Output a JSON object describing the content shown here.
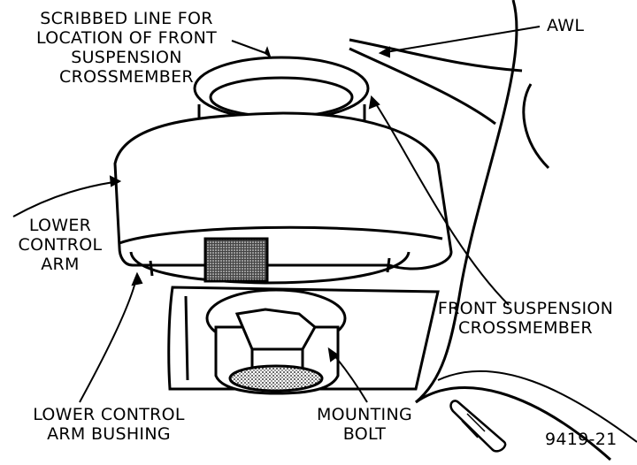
{
  "labels": {
    "scribed_line": [
      "SCRIBBED LINE FOR",
      "LOCATION OF FRONT",
      "SUSPENSION",
      "CROSSMEMBER"
    ],
    "awl": "AWL",
    "lower_control_arm": [
      "LOWER",
      "CONTROL",
      "ARM"
    ],
    "front_crossmember": [
      "FRONT SUSPENSION",
      "CROSSMEMBER"
    ],
    "lower_control_arm_bushing": [
      "LOWER CONTROL",
      "ARM BUSHING"
    ],
    "mounting_bolt": [
      "MOUNTING",
      "BOLT"
    ],
    "figure_number": "9419-21"
  }
}
